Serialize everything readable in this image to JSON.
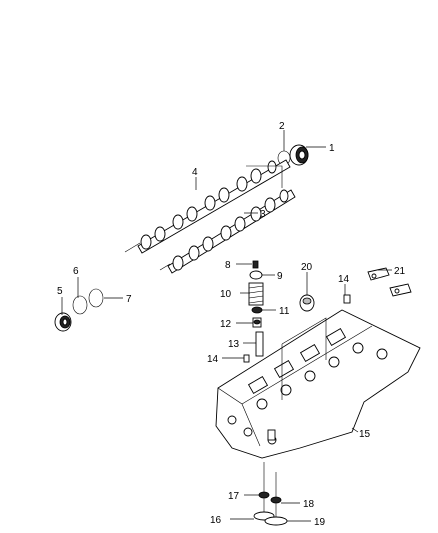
{
  "callouts": [
    {
      "id": "1",
      "label": "1"
    },
    {
      "id": "2",
      "label": "2"
    },
    {
      "id": "3",
      "label": "3"
    },
    {
      "id": "4",
      "label": "4"
    },
    {
      "id": "5",
      "label": "5"
    },
    {
      "id": "6",
      "label": "6"
    },
    {
      "id": "7",
      "label": "7"
    },
    {
      "id": "8",
      "label": "8"
    },
    {
      "id": "9",
      "label": "9"
    },
    {
      "id": "10",
      "label": "10"
    },
    {
      "id": "11",
      "label": "11"
    },
    {
      "id": "12",
      "label": "12"
    },
    {
      "id": "13",
      "label": "13"
    },
    {
      "id": "14a",
      "label": "14"
    },
    {
      "id": "14b",
      "label": "14"
    },
    {
      "id": "15",
      "label": "15"
    },
    {
      "id": "16",
      "label": "16"
    },
    {
      "id": "17",
      "label": "17"
    },
    {
      "id": "18",
      "label": "18"
    },
    {
      "id": "19",
      "label": "19"
    },
    {
      "id": "20",
      "label": "20"
    },
    {
      "id": "21",
      "label": "21"
    }
  ]
}
